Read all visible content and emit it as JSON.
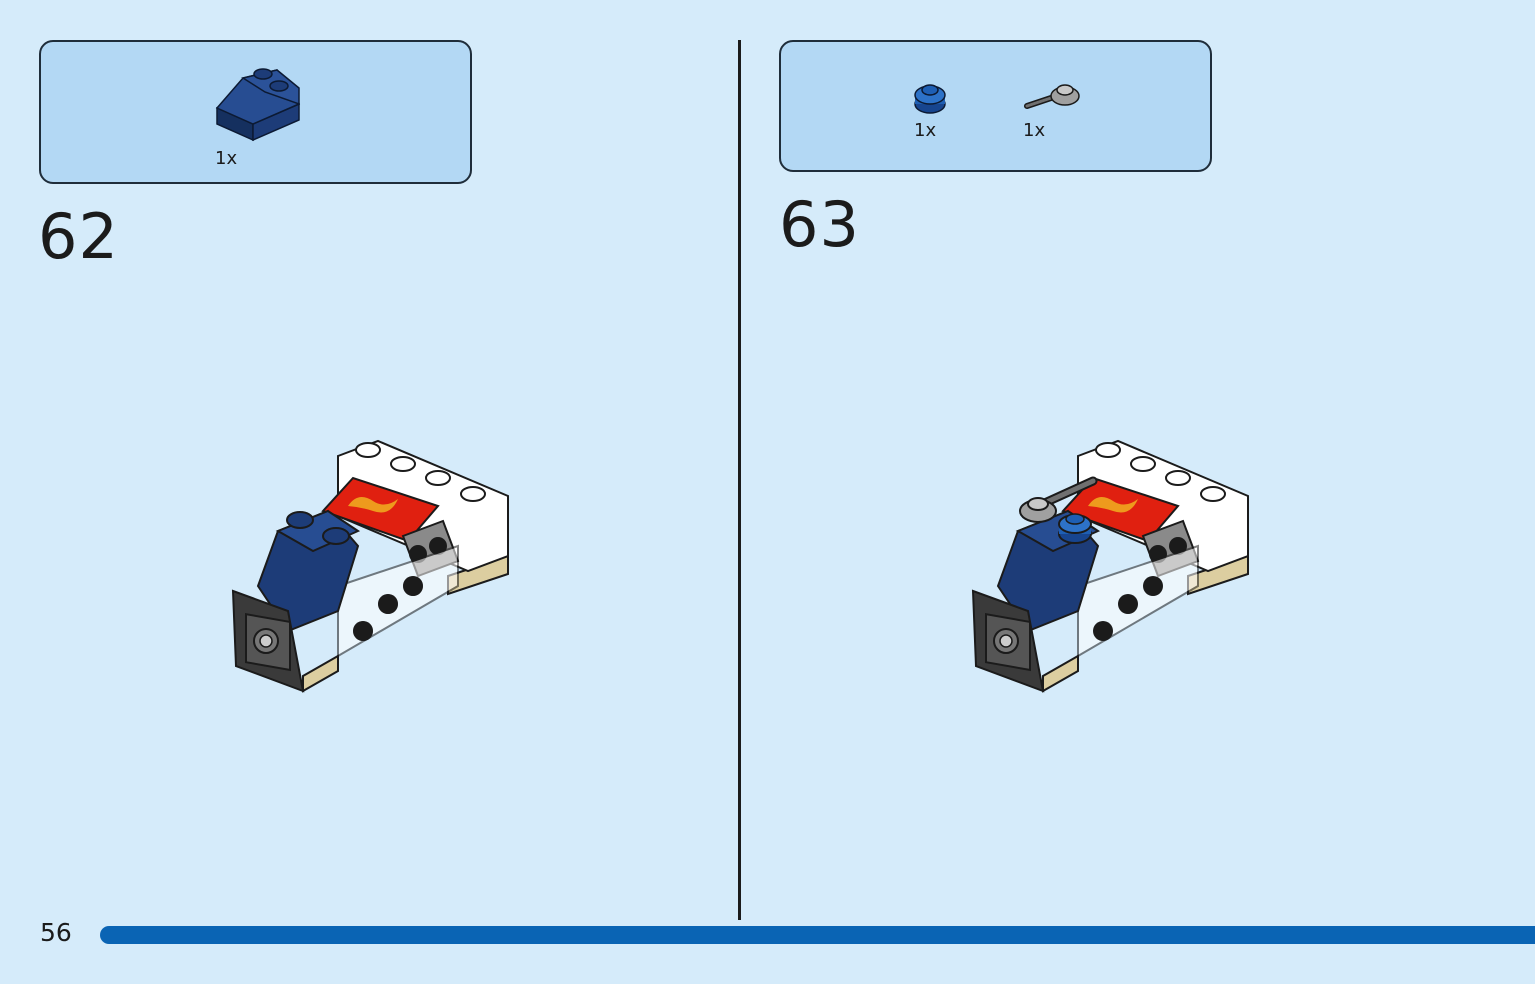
{
  "page": {
    "number": "56"
  },
  "steps": [
    {
      "number": "62",
      "parts": [
        {
          "name": "slope-brick-2x2-dark-blue-icon",
          "qty": "1x"
        }
      ]
    },
    {
      "number": "63",
      "parts": [
        {
          "name": "round-plate-1x1-blue-icon",
          "qty": "1x"
        },
        {
          "name": "plate-with-bar-grey-icon",
          "qty": "1x"
        }
      ]
    }
  ],
  "progress": {
    "fraction": 1.0
  },
  "colors": {
    "background": "#d5ebfa",
    "parts_box": "#b3d8f4",
    "progress_bar": "#0a64b4",
    "dark_blue": "#1d3c78",
    "blue": "#1e5fb4",
    "red": "#e02010",
    "white": "#ffffff",
    "tan": "#dccea0"
  }
}
